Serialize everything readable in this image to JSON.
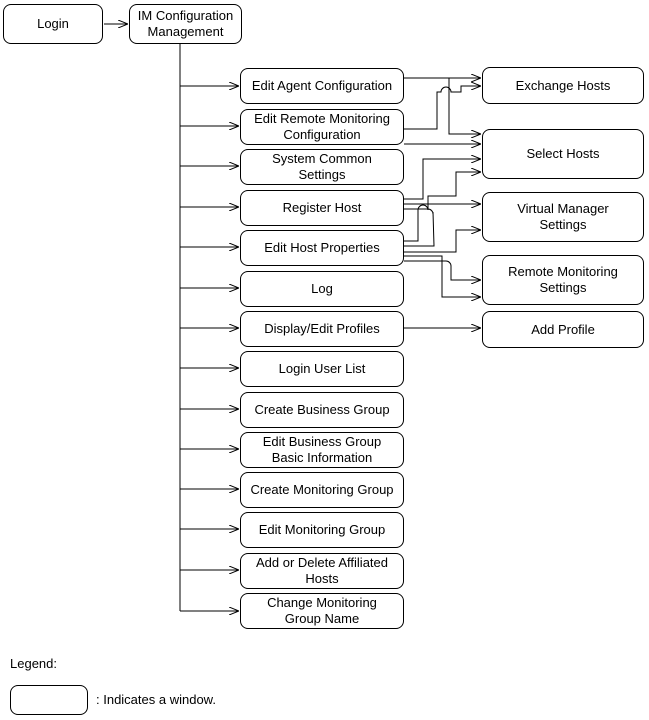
{
  "windows": {
    "login": "Login",
    "im_config": "IM Configuration\nManagement",
    "edit_agent": "Edit Agent Configuration",
    "edit_remote": "Edit Remote Monitoring\nConfiguration",
    "system_common": "System Common\nSettings",
    "register_host": "Register Host",
    "edit_host_props": "Edit Host Properties",
    "log": "Log",
    "display_profiles": "Display/Edit Profiles",
    "login_user_list": "Login User List",
    "create_bg": "Create Business Group",
    "edit_bg_info": "Edit Business Group\nBasic Information",
    "create_mg": "Create Monitoring Group",
    "edit_mg": "Edit Monitoring Group",
    "add_delete_hosts": "Add or Delete Affiliated\nHosts",
    "change_mg_name": "Change Monitoring\nGroup Name",
    "exchange_hosts": "Exchange Hosts",
    "select_hosts": "Select Hosts",
    "virtual_manager": "Virtual Manager\nSettings",
    "remote_monitoring": "Remote Monitoring\nSettings",
    "add_profile": "Add Profile"
  },
  "legend": {
    "title": "Legend:",
    "description": ": Indicates a window."
  }
}
